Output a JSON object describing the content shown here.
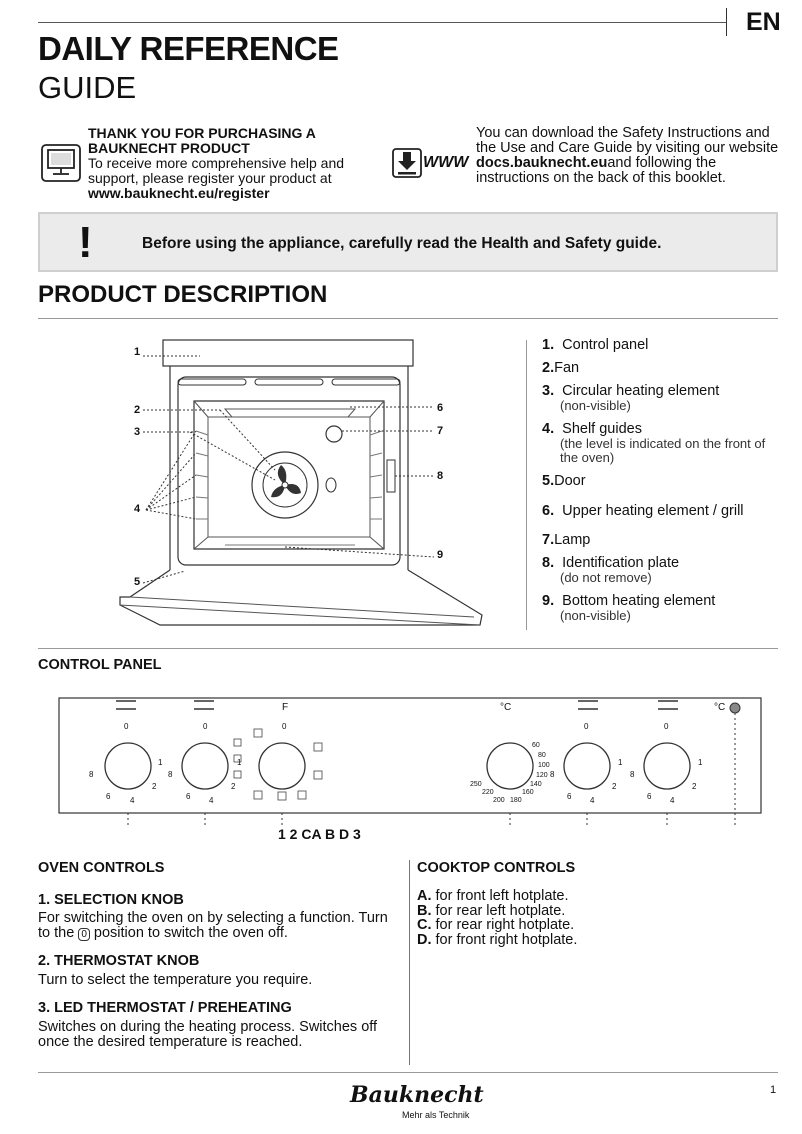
{
  "header": {
    "title_line1": "DAILY REFERENCE",
    "title_line2": "GUIDE",
    "language": "EN"
  },
  "register": {
    "heading": "THANK YOU FOR PURCHASING A BAUKNECHT PRODUCT",
    "text": "To receive more comprehensive help and support, please register your product at",
    "url": "www.bauknecht.eu/register",
    "icon": "monitor-icon"
  },
  "download": {
    "icon": "download-www-icon",
    "icon_text": "WWW",
    "text_before": "You can download the Safety Instructions and the Use and Care Guide by visiting our website",
    "url": "docs.bauknecht.eu",
    "text_after": "and following the instructions on the back of this booklet."
  },
  "warning": {
    "mark": "!",
    "text": "Before using the appliance, carefully read the Health and Safety guide."
  },
  "product_description": {
    "heading": "PRODUCT DESCRIPTION",
    "callouts": [
      "1",
      "2",
      "3",
      "4",
      "5",
      "6",
      "7",
      "8",
      "9"
    ],
    "items": [
      {
        "num": "1.",
        "label": "Control panel",
        "sub": ""
      },
      {
        "num": "2.",
        "label": "Fan",
        "sub": ""
      },
      {
        "num": "3.",
        "label": "Circular heating element",
        "sub": "(non-visible)"
      },
      {
        "num": "4.",
        "label": "Shelf guides",
        "sub": "(the level is indicated on the front of the oven)"
      },
      {
        "num": "5.",
        "label": "Door",
        "sub": ""
      },
      {
        "num": "6.",
        "label": "Upper heating element / grill",
        "sub": ""
      },
      {
        "num": "7.",
        "label": "Lamp",
        "sub": ""
      },
      {
        "num": "8.",
        "label": "Identification plate",
        "sub": "(do not remove)"
      },
      {
        "num": "9.",
        "label": "Bottom heating element",
        "sub": "(non-visible)"
      }
    ]
  },
  "control_panel": {
    "heading": "CONTROL PANEL",
    "panel_labels": {
      "f": "F",
      "celsius_center": "°C",
      "celsius_right": "°C"
    },
    "thermostat_scale": [
      "60",
      "80",
      "100",
      "120",
      "140",
      "160",
      "180",
      "200",
      "220",
      "250"
    ],
    "hotplate_scale": [
      "0",
      "1",
      "2",
      "4",
      "6",
      "8"
    ],
    "knob_sequence": "1 2 CA B D 3"
  },
  "oven_controls": {
    "heading": "OVEN CONTROLS",
    "items": [
      {
        "title": "1. SELECTION KNOB",
        "text_before": "For switching the oven on by selecting a function. Turn to the",
        "symbol": "0",
        "text_after": "position to switch the oven off."
      },
      {
        "title": "2. THERMOSTAT KNOB",
        "text": "Turn to select the temperature you require."
      },
      {
        "title": "3. LED THERMOSTAT / PREHEATING",
        "text": "Switches on during the heating process. Switches off once the desired temperature is reached."
      }
    ]
  },
  "cooktop_controls": {
    "heading": "COOKTOP CONTROLS",
    "items": [
      {
        "letter": "A.",
        "text": "for front left hotplate."
      },
      {
        "letter": "B.",
        "text": "for rear left hotplate."
      },
      {
        "letter": "C.",
        "text": "for rear right hotplate."
      },
      {
        "letter": "D.",
        "text": "for front right hotplate."
      }
    ]
  },
  "footer": {
    "brand": "Bauknecht",
    "tagline": "Mehr als Technik",
    "page": "1"
  }
}
